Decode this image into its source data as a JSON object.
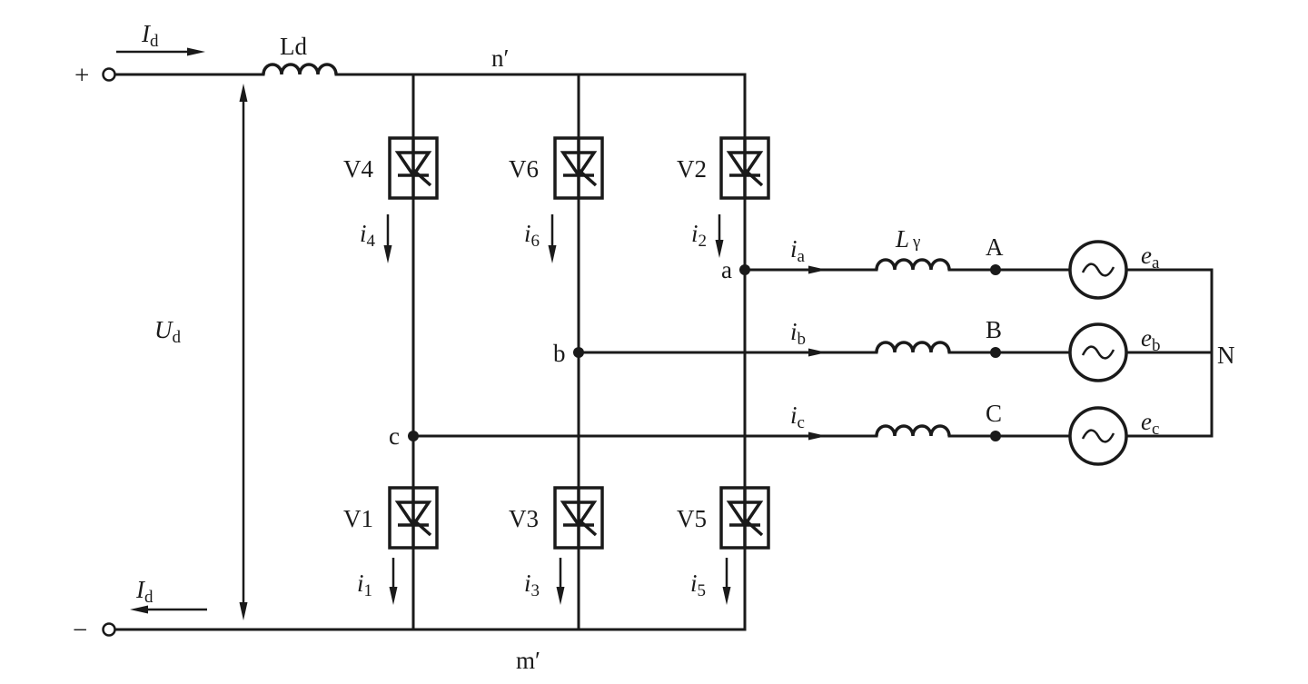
{
  "terminals": {
    "plus": "+",
    "minus": "−"
  },
  "dc": {
    "current_symbol": "I",
    "current_sub": "d",
    "voltage_symbol": "U",
    "voltage_sub": "d",
    "inductor": "Ld"
  },
  "nodes": {
    "n_prime": "n′",
    "m_prime": "m′",
    "a": "a",
    "b": "b",
    "c": "c",
    "A": "A",
    "B": "B",
    "C": "C",
    "N": "N"
  },
  "thyristors": {
    "V4": "V4",
    "V6": "V6",
    "V2": "V2",
    "V1": "V1",
    "V3": "V3",
    "V5": "V5"
  },
  "branch_currents": {
    "symbol": "i",
    "i4": "4",
    "i6": "6",
    "i2": "2",
    "i1": "1",
    "i3": "3",
    "i5": "5"
  },
  "phase_currents": {
    "symbol": "i",
    "a": "a",
    "b": "b",
    "c": "c"
  },
  "ac": {
    "inductor_symbol": "L",
    "inductor_sub": "γ",
    "emf_symbol": "e",
    "ea": "a",
    "eb": "b",
    "ec": "c",
    "source_glyph": "~"
  }
}
